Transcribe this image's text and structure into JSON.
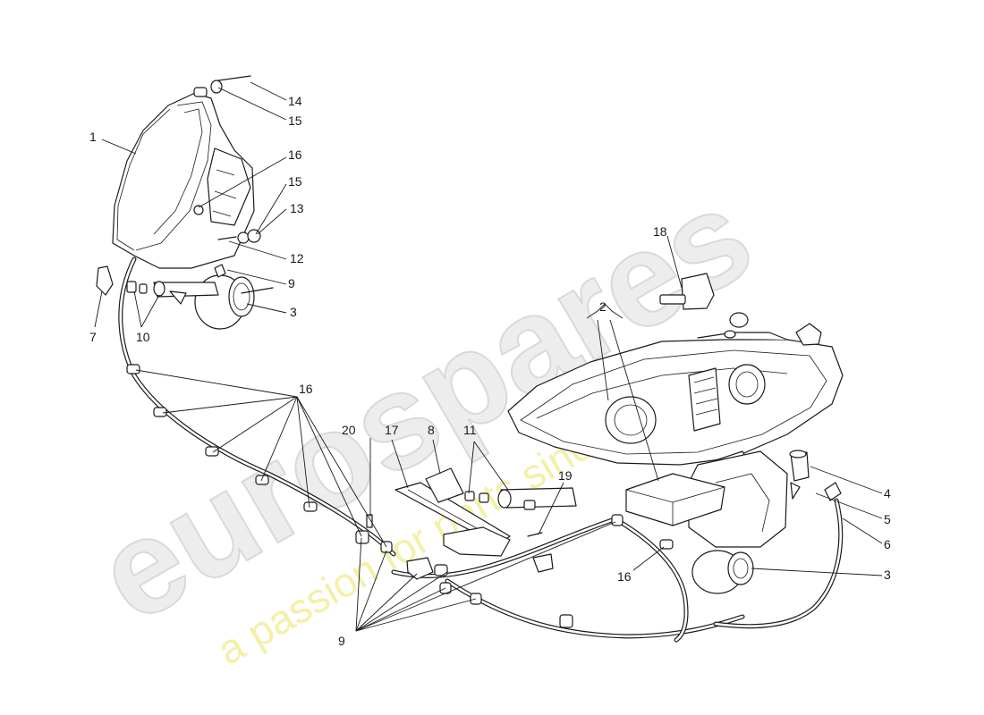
{
  "watermark": {
    "brand": "eurospares",
    "tagline": "a passion for parts since 1985",
    "brand_color": "#e6e6e6",
    "tagline_color": "#f2ee9a"
  },
  "callouts": {
    "c1": "1",
    "c2": "2",
    "c3a": "3",
    "c3b": "3",
    "c4": "4",
    "c5": "5",
    "c6": "6",
    "c7": "7",
    "c8": "8",
    "c9a": "9",
    "c9b": "9",
    "c10": "10",
    "c11": "11",
    "c12": "12",
    "c13": "13",
    "c14": "14",
    "c15a": "15",
    "c15b": "15",
    "c16a": "16",
    "c16b": "16",
    "c16c": "16",
    "c17": "17",
    "c18": "18",
    "c19": "19",
    "c20": "20"
  }
}
